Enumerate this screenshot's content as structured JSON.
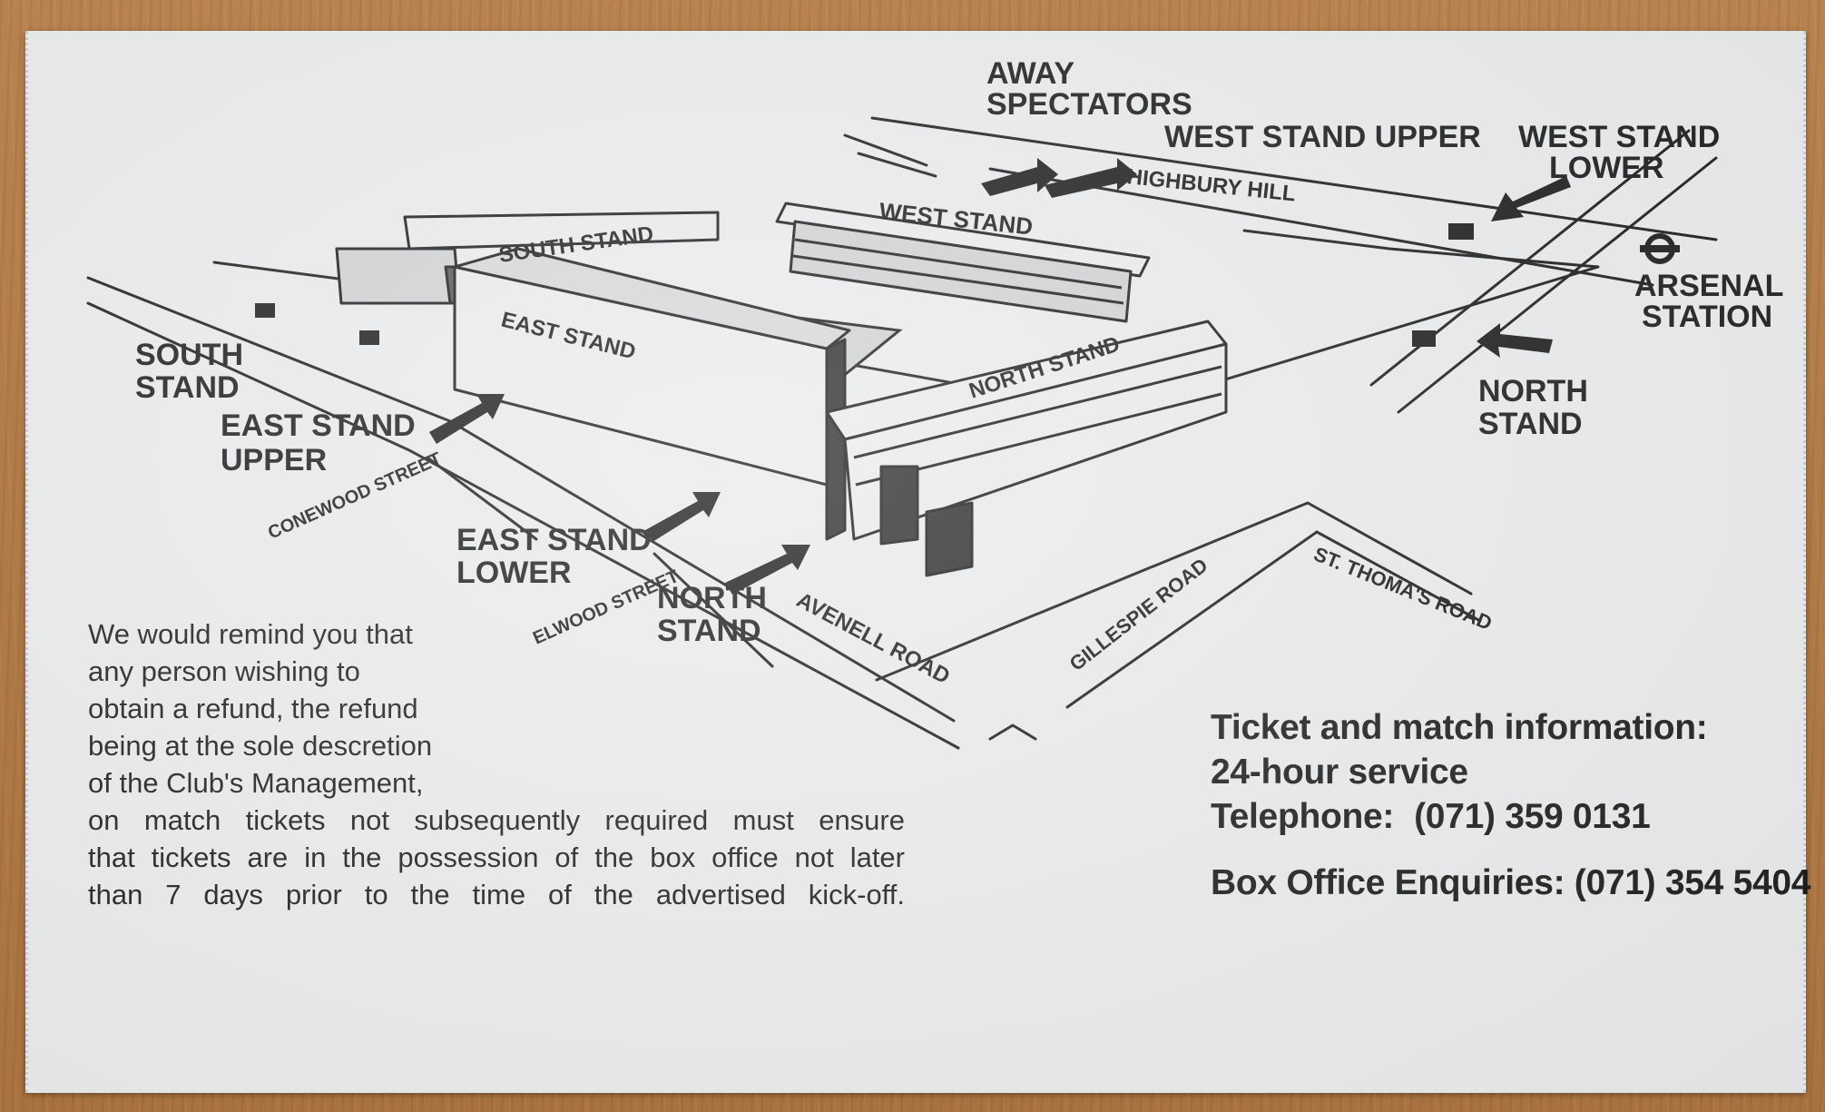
{
  "labels": {
    "away_spectators": [
      "AWAY",
      "SPECTATORS"
    ],
    "west_stand_upper": "WEST STAND UPPER",
    "west_stand_lower": [
      "WEST STAND",
      "LOWER"
    ],
    "highbury_hill": "HIGHBURY HILL",
    "west_stand": "WEST STAND",
    "south_stand_building": "SOUTH STAND",
    "east_stand_building": "EAST STAND",
    "north_stand_building": "NORTH STAND",
    "arsenal_station": [
      "ARSENAL",
      "STATION"
    ],
    "south_stand_entrance": [
      "SOUTH",
      "STAND"
    ],
    "east_stand_upper": [
      "EAST STAND",
      "UPPER"
    ],
    "conewood_street": "CONEWOOD STREET",
    "east_stand_lower": [
      "EAST STAND",
      "LOWER"
    ],
    "elwood_street": "ELWOOD STREET",
    "north_stand_entrance_left": [
      "NORTH",
      "STAND"
    ],
    "north_stand_entrance_right": [
      "NORTH",
      "STAND"
    ],
    "avenell_road": "AVENELL ROAD",
    "gillespie_road": "GILLESPIE ROAD",
    "st_thomas_road": "ST. THOMA'S ROAD"
  },
  "notice": {
    "lines_narrow": [
      "We would remind you that",
      "any person wishing to",
      "obtain a refund, the refund",
      "being at the sole descretion",
      "of the Club's Management,"
    ],
    "lines_wide": [
      "on match tickets not subsequently required must ensure",
      "that tickets are in the possession of the box office not later",
      "than 7 days prior to the time of the advertised kick-off."
    ]
  },
  "info": {
    "heading": "Ticket and match information:",
    "service": "24-hour service",
    "telephone_label": "Telephone:",
    "telephone_value": "(071) 359 0131",
    "box_office": "Box Office Enquiries: (071) 354 5404"
  },
  "colors": {
    "paper": "#e9ebec",
    "ink": "#1a1a1a",
    "table_wood": "#b07a48"
  }
}
